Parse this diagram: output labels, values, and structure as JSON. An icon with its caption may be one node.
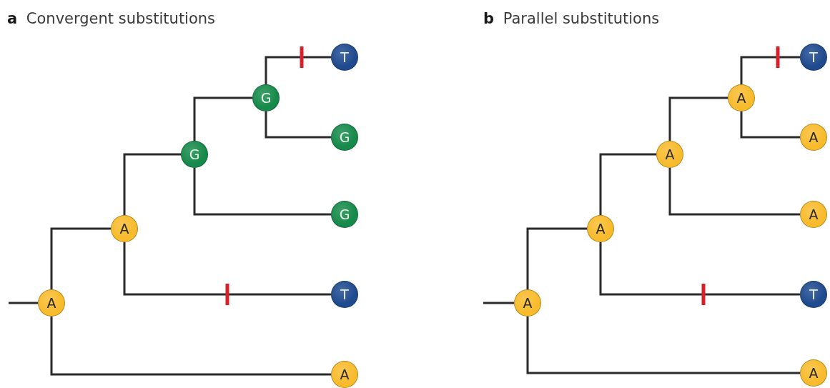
{
  "diagram": {
    "nodes": [
      {
        "text": [
          "A"
        ]
      },
      {
        "text": [
          "A"
        ]
      },
      {
        "text": [
          "G"
        ]
      },
      {
        "text": [
          "G"
        ]
      },
      {
        "text": [
          "T"
        ]
      },
      {
        "text": [
          "G"
        ]
      },
      {
        "text": [
          "G"
        ]
      },
      {
        "text": [
          "T"
        ]
      },
      {
        "text": [
          "A"
        ]
      },
      {
        "text": [
          "A"
        ]
      },
      {
        "text": [
          "A"
        ]
      },
      {
        "text": [
          "A"
        ]
      },
      {
        "text": [
          "A"
        ]
      },
      {
        "text": [
          "T"
        ]
      },
      {
        "text": [
          "A"
        ]
      },
      {
        "text": [
          "A"
        ]
      },
      {
        "text": [
          "T"
        ]
      },
      {
        "text": [
          "A"
        ]
      }
    ],
    "edges": [
      {
        "from": null,
        "to": 0,
        "arrow": "none"
      },
      {
        "from": 0,
        "to": 1,
        "arrow": "none"
      },
      {
        "from": 0,
        "to": 8,
        "arrow": "none"
      },
      {
        "from": 1,
        "to": 2,
        "arrow": "none"
      },
      {
        "from": 1,
        "to": 7,
        "arrow": "none"
      },
      {
        "from": 2,
        "to": 3,
        "arrow": "none"
      },
      {
        "from": 2,
        "to": 6,
        "arrow": "none"
      },
      {
        "from": 3,
        "to": 4,
        "arrow": "none"
      },
      {
        "from": 3,
        "to": 5,
        "arrow": "none"
      },
      {
        "from": null,
        "to": 9,
        "arrow": "none"
      },
      {
        "from": 9,
        "to": 10,
        "arrow": "none"
      },
      {
        "from": 9,
        "to": 17,
        "arrow": "none"
      },
      {
        "from": 10,
        "to": 11,
        "arrow": "none"
      },
      {
        "from": 10,
        "to": 16,
        "arrow": "none"
      },
      {
        "from": 11,
        "to": 12,
        "arrow": "none"
      },
      {
        "from": 11,
        "to": 15,
        "arrow": "none"
      },
      {
        "from": 12,
        "to": 13,
        "arrow": "none"
      },
      {
        "from": 12,
        "to": 14,
        "arrow": "none"
      }
    ],
    "labels": [
      "**a** Convergent substitutions",
      "**b** Parallel substitutions"
    ]
  }
}
